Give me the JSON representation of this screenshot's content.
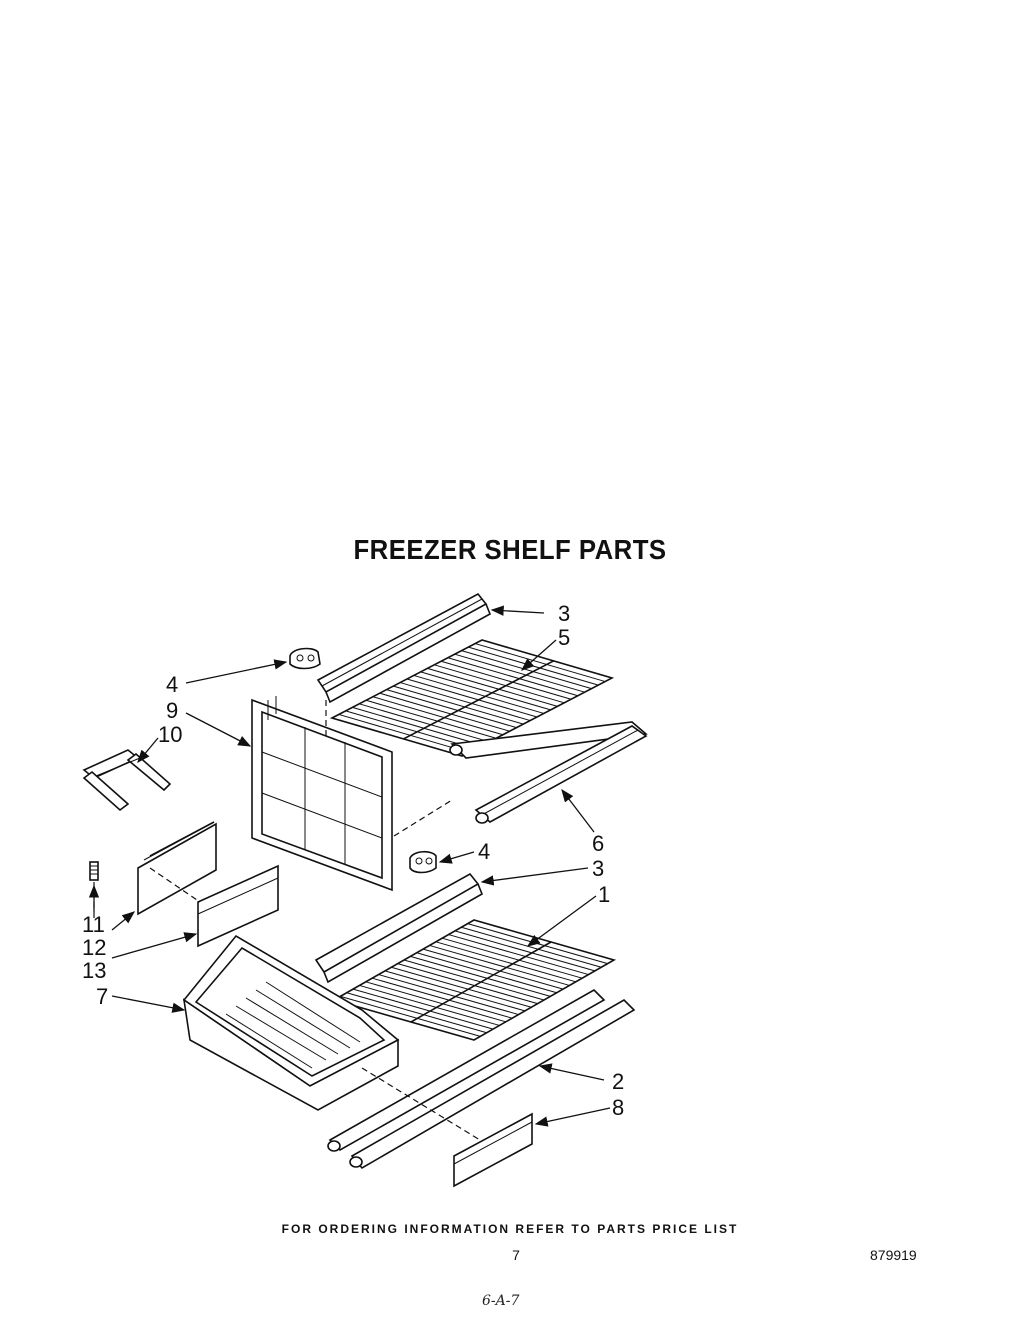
{
  "title": "FREEZER SHELF PARTS",
  "callouts": {
    "c3a": "3",
    "c5": "5",
    "c4a": "4",
    "c9": "9",
    "c10": "10",
    "c6": "6",
    "c4b": "4",
    "c3b": "3",
    "c1": "1",
    "c11": "11",
    "c12": "12",
    "c13": "13",
    "c7": "7",
    "c2": "2",
    "c8": "8"
  },
  "footer": "FOR ORDERING INFORMATION REFER TO PARTS PRICE LIST",
  "page_number": "7",
  "document_number": "879919",
  "handwritten_note": "6-A-7"
}
